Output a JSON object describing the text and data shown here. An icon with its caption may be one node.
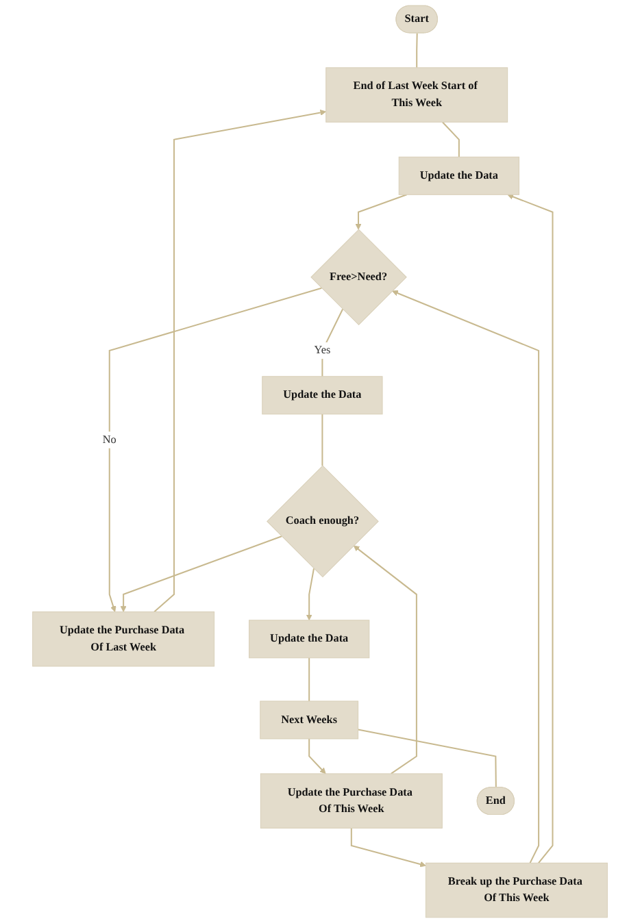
{
  "diagram": {
    "nodes": [
      {
        "text": [
          "Start"
        ]
      },
      {
        "text": [
          "End of Last Week Start of This Week"
        ]
      },
      {
        "text": [
          "Update the Purchase Data Of Last Week"
        ]
      },
      {
        "text": [
          "Update the Data"
        ]
      },
      {
        "text": [
          "Break up the Purchase Data Of This Week"
        ]
      },
      {
        "text": [
          "Free>Need?"
        ]
      },
      {
        "text": [
          "Update the Data"
        ]
      },
      {
        "text": [
          "Update the Purchase Data Of This Week"
        ]
      },
      {
        "text": [
          "Coach enough?"
        ]
      },
      {
        "text": [
          "Update the Data"
        ]
      },
      {
        "text": [
          "Next Weeks"
        ]
      },
      {
        "text": [
          "End"
        ]
      }
    ],
    "edges": [
      {
        "from": 0,
        "to": 1,
        "arrow": "none"
      },
      {
        "from": 2,
        "to": 1,
        "arrow": "to"
      },
      {
        "from": 1,
        "to": 3,
        "arrow": "none"
      },
      {
        "from": 3,
        "to": 5,
        "arrow": "to"
      },
      {
        "from": 5,
        "to": 2,
        "arrow": "to",
        "label": "No"
      },
      {
        "from": 5,
        "to": 6,
        "arrow": "none",
        "label": "Yes"
      },
      {
        "from": 6,
        "to": 8,
        "arrow": "none"
      },
      {
        "from": 8,
        "to": 2,
        "arrow": "to"
      },
      {
        "from": 8,
        "to": 9,
        "arrow": "to"
      },
      {
        "from": 9,
        "to": 10,
        "arrow": "none"
      },
      {
        "from": 10,
        "to": 11,
        "arrow": "none"
      },
      {
        "from": 10,
        "to": 7,
        "arrow": "to"
      },
      {
        "from": 7,
        "to": 8,
        "arrow": "to"
      },
      {
        "from": 7,
        "to": 4,
        "arrow": "to"
      },
      {
        "from": 4,
        "to": 5,
        "arrow": "to"
      },
      {
        "from": 4,
        "to": 3,
        "arrow": "to"
      }
    ]
  }
}
